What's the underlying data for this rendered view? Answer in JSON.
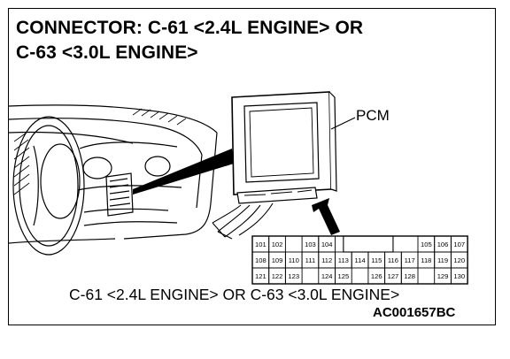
{
  "title": {
    "line1": "CONNECTOR: C-61 <2.4L ENGINE> OR",
    "line2": "C-63 <3.0L ENGINE>"
  },
  "pcm_label": "PCM",
  "caption": "C-61 <2.4L ENGINE> OR C-63 <3.0L ENGINE>",
  "figure_code": "AC001657BC",
  "connector": {
    "row1": [
      {
        "col": 0,
        "label": "101"
      },
      {
        "col": 1,
        "label": "102"
      },
      {
        "col": 3,
        "label": "103"
      },
      {
        "col": 4,
        "label": "104"
      },
      {
        "col": 10,
        "label": "105"
      },
      {
        "col": 11,
        "label": "106"
      },
      {
        "col": 12,
        "label": "107"
      }
    ],
    "row2": [
      "108",
      "109",
      "110",
      "111",
      "112",
      "113",
      "114",
      "115",
      "116",
      "117",
      "118",
      "119",
      "120"
    ],
    "row3": [
      {
        "col": 0,
        "label": "121"
      },
      {
        "col": 1,
        "label": "122"
      },
      {
        "col": 2,
        "label": "123"
      },
      {
        "col": 4,
        "label": "124"
      },
      {
        "col": 5,
        "label": "125"
      },
      {
        "col": 7,
        "label": "126"
      },
      {
        "col": 8,
        "label": "127"
      },
      {
        "col": 9,
        "label": "128"
      },
      {
        "col": 11,
        "label": "129"
      },
      {
        "col": 12,
        "label": "130"
      }
    ]
  }
}
